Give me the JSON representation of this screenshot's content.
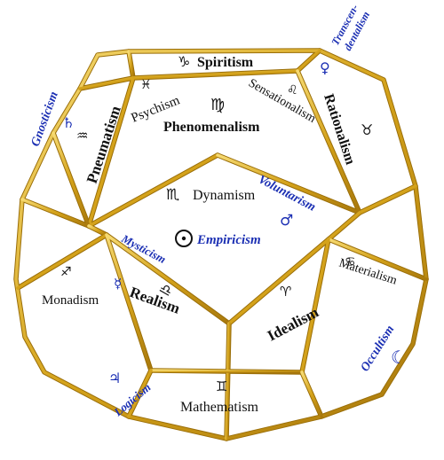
{
  "colors": {
    "frame": "#d4a21a",
    "frame_dark": "#9a6e08",
    "frame_light": "#f3d36b",
    "text": "#111111",
    "accent": "#1b2fb3"
  },
  "faces": {
    "spiritism": {
      "symbol": "♑",
      "label": "Spiritism"
    },
    "phenomenalism": {
      "symbol": "♍",
      "label": "Phenomenalism"
    },
    "psychism": {
      "symbol": "♓",
      "label": "Psychism"
    },
    "sensationalism": {
      "symbol": "♌",
      "label": "Sensationalism"
    },
    "pneumatism": {
      "symbol": "♒",
      "label": "Pneumatism"
    },
    "rationalism": {
      "symbol": "♉",
      "label": "Rationalism"
    },
    "dynamism": {
      "symbol": "♏",
      "label": "Dynamism"
    },
    "monadism": {
      "symbol": "♐",
      "label": "Monadism"
    },
    "materialism": {
      "symbol": "♋",
      "label": "Materialism"
    },
    "realism": {
      "symbol": "♎",
      "label": "Realism"
    },
    "idealism": {
      "symbol": "♈",
      "label": "Idealism"
    },
    "mathematism": {
      "symbol": "♊",
      "label": "Mathematism"
    }
  },
  "edges": {
    "gnosticism": {
      "symbol": "♄",
      "label": "Gnosticism"
    },
    "transcendentalism": {
      "symbol": "♀",
      "line1": "Transcen-",
      "line2": "dentalism"
    },
    "voluntarism": {
      "symbol": "♂",
      "label": "Voluntarism"
    },
    "empiricism": {
      "symbol": "☉",
      "label": "Empiricism"
    },
    "mysticism": {
      "symbol": "☿",
      "label": "Mysticism"
    },
    "occultism": {
      "symbol": "☾",
      "label": "Occultism"
    },
    "logicism": {
      "symbol": "♃",
      "label": "Logicism"
    }
  }
}
